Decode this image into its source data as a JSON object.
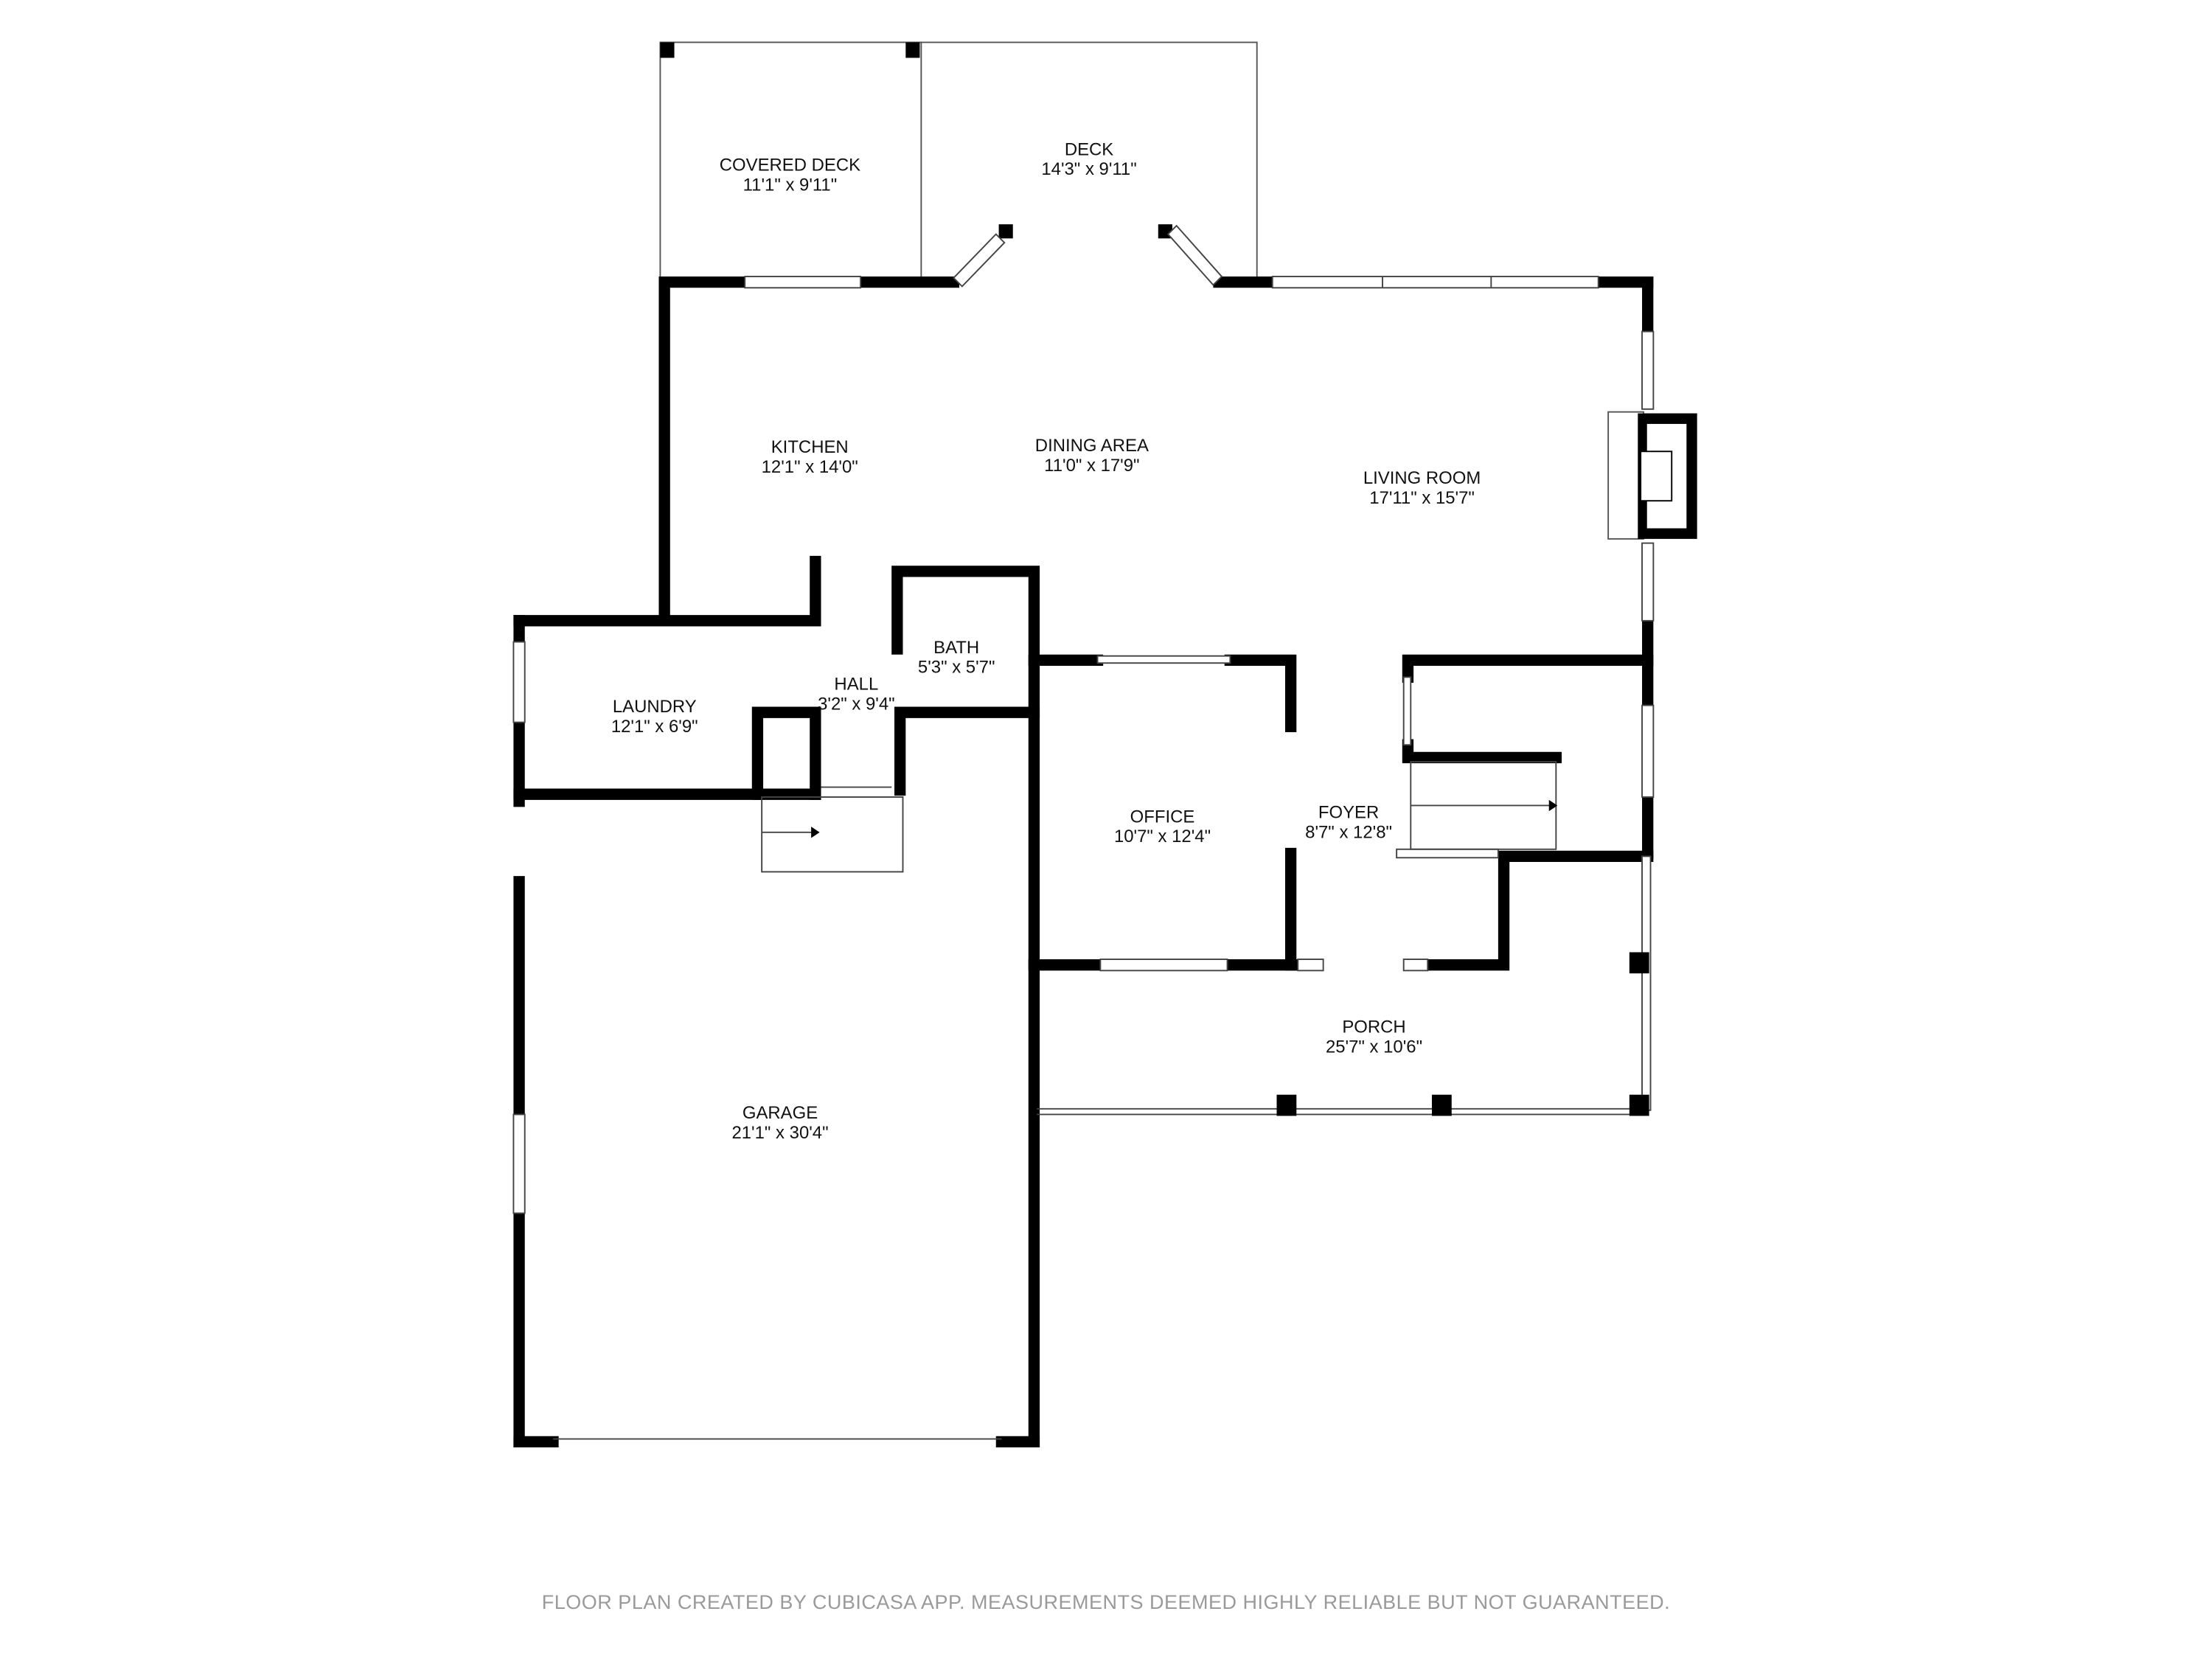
{
  "rooms": [
    {
      "id": "covered-deck",
      "name": "COVERED DECK",
      "size": "11'1\" x 9'11\""
    },
    {
      "id": "deck",
      "name": "DECK",
      "size": "14'3\" x 9'11\""
    },
    {
      "id": "kitchen",
      "name": "KITCHEN",
      "size": "12'1\" x 14'0\""
    },
    {
      "id": "dining-area",
      "name": "DINING AREA",
      "size": "11'0\" x 17'9\""
    },
    {
      "id": "living-room",
      "name": "LIVING ROOM",
      "size": "17'11\" x 15'7\""
    },
    {
      "id": "bath",
      "name": "BATH",
      "size": "5'3\" x 5'7\""
    },
    {
      "id": "hall",
      "name": "HALL",
      "size": "3'2\" x 9'4\""
    },
    {
      "id": "laundry",
      "name": "LAUNDRY",
      "size": "12'1\" x 6'9\""
    },
    {
      "id": "office",
      "name": "OFFICE",
      "size": "10'7\" x 12'4\""
    },
    {
      "id": "foyer",
      "name": "FOYER",
      "size": "8'7\" x 12'8\""
    },
    {
      "id": "porch",
      "name": "PORCH",
      "size": "25'7\" x 10'6\""
    },
    {
      "id": "garage",
      "name": "GARAGE",
      "size": "21'1\" x 30'4\""
    }
  ],
  "footer": "FLOOR PLAN CREATED BY CUBICASA APP. MEASUREMENTS DEEMED HIGHLY RELIABLE BUT NOT GUARANTEED.",
  "colors": {
    "wall": "#000000",
    "footer_text": "#9a9a9a",
    "background": "#ffffff"
  }
}
